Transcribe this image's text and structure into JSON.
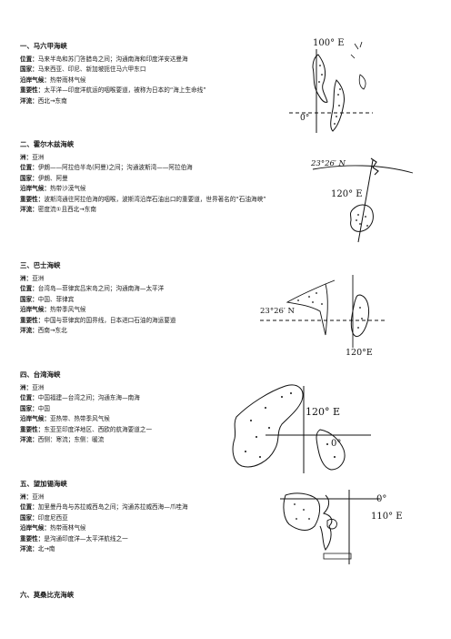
{
  "sections": [
    {
      "title": "一、马六甲海峡",
      "rows": [
        {
          "label": "位置：",
          "value": "马来半岛和苏门答腊岛之间；沟通南海和印度洋安达曼海"
        },
        {
          "label": "国家：",
          "value": "马来西亚、印尼、新加坡扼住马六甲东口"
        },
        {
          "label": "沿岸气候：",
          "value": "热带雨林气候"
        },
        {
          "label": "重要性：",
          "value": "太平洋—印度洋航运的咽喉要道，被称为日本的“海上生命线”"
        },
        {
          "label": "洋流：",
          "value": "西北→东南"
        }
      ],
      "map": {
        "meridian": "100° E",
        "parallel": "0°"
      }
    },
    {
      "title": "二、霍尔木兹海峡",
      "rows": [
        {
          "label": "洲：",
          "value": "亚洲"
        },
        {
          "label": "位置：",
          "value": "伊朗——阿拉伯半岛(阿曼)之间；沟通波斯湾——阿拉伯海"
        },
        {
          "label": "国家：",
          "value": "伊朗、阿曼"
        },
        {
          "label": "沿岸气候：",
          "value": "热带沙漠气候"
        },
        {
          "label": "重要性：",
          "value": "波斯湾通往阿拉伯海的咽喉，波斯湾沿岸石油出口的重要道，世界著名的“石油海峡”"
        },
        {
          "label": "洋流：",
          "value": "密度流①且西北→东南"
        }
      ],
      "map": {
        "parallel": "23°26′ N",
        "meridian": "120° E"
      }
    },
    {
      "title": "三、巴士海峡",
      "rows": [
        {
          "label": "洲：",
          "value": "亚洲"
        },
        {
          "label": "位置：",
          "value": "台湾岛—菲律宾吕宋岛之间；沟通南海—太平洋"
        },
        {
          "label": "国家：",
          "value": "中国、菲律宾"
        },
        {
          "label": "沿岸气候：",
          "value": "热带季风气候"
        },
        {
          "label": "重要性：",
          "value": "中国与菲律宾的国界线，日本进口石油的海运要道"
        },
        {
          "label": "洋流：",
          "value": "西南→东北"
        }
      ],
      "map": {
        "parallel": "23°26′ N",
        "meridian": "120°E"
      }
    },
    {
      "title": "四、台湾海峡",
      "rows": [
        {
          "label": "洲：",
          "value": "亚洲"
        },
        {
          "label": "位置：",
          "value": "中国福建—台湾之间；沟通东海—南海"
        },
        {
          "label": "国家：",
          "value": "中国"
        },
        {
          "label": "沿岸气候：",
          "value": "亚热带、热带季风气候"
        },
        {
          "label": "重要性：",
          "value": "东亚至印度洋地区、西欧的航海要道之一"
        },
        {
          "label": "洋流：",
          "value": "西侧：寒流；东侧：暖流"
        }
      ],
      "map": {
        "meridian": "120° E",
        "parallel": "0°"
      }
    },
    {
      "title": "五、望加锡海峡",
      "rows": [
        {
          "label": "洲：",
          "value": "亚洲"
        },
        {
          "label": "位置：",
          "value": "加里曼丹岛与苏拉威西岛之间；沟通苏拉威西海—爪哇海"
        },
        {
          "label": "国家：",
          "value": "印度尼西亚"
        },
        {
          "label": "沿岸气候：",
          "value": "热带雨林气候"
        },
        {
          "label": "重要性：",
          "value": "是沟通印度洋—太平洋航线之一"
        },
        {
          "label": "洋流：",
          "value": "北→南"
        }
      ],
      "map": {
        "parallel": "0°",
        "meridian": "110° E"
      }
    },
    {
      "title": "六、莫桑比克海峡",
      "rows": []
    }
  ]
}
